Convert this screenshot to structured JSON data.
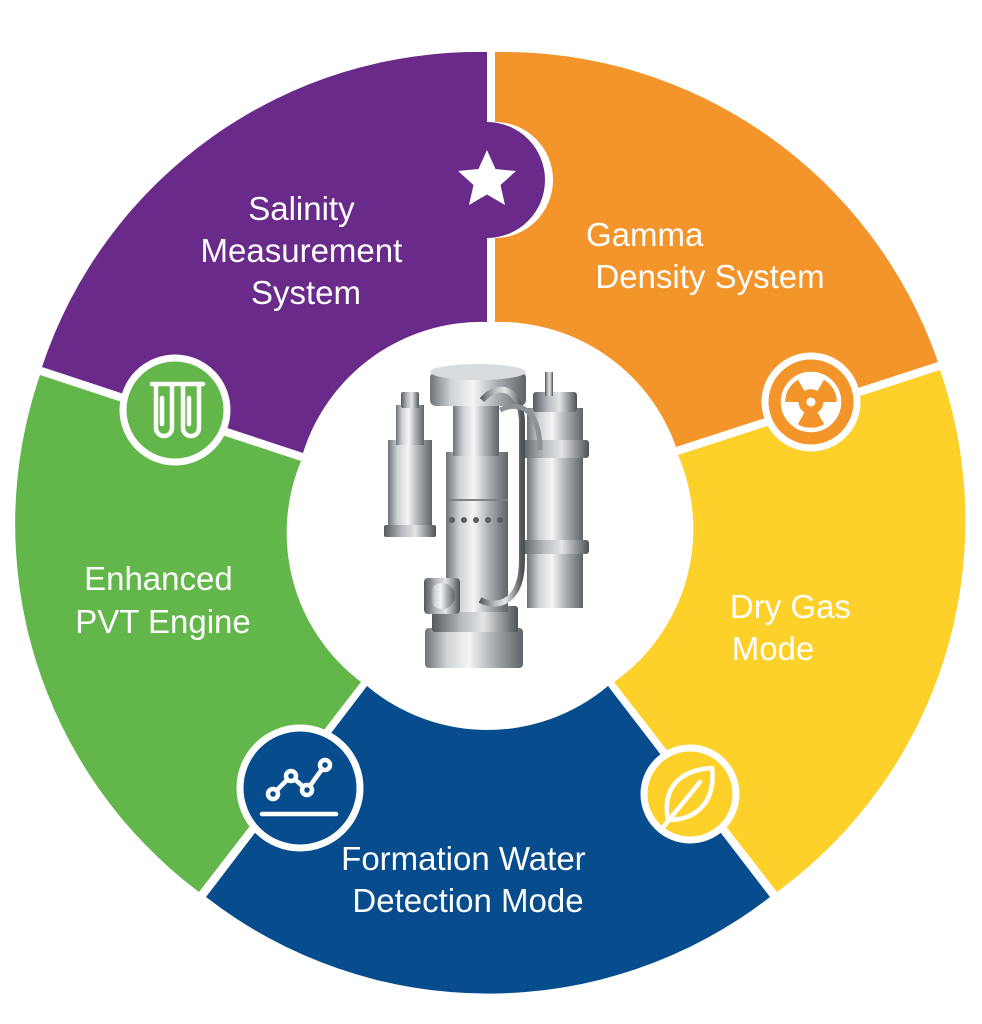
{
  "segments": [
    {
      "id": "salinity",
      "color": "#6a2a8a",
      "lines": [
        "Salinity",
        "Measurement",
        "System"
      ],
      "icon": "star-icon"
    },
    {
      "id": "gamma",
      "color": "#f4952b",
      "lines": [
        "Gamma",
        "Density System"
      ],
      "icon": "radiation-icon"
    },
    {
      "id": "drygas",
      "color": "#fdd12a",
      "lines": [
        "Dry Gas",
        "Mode"
      ],
      "icon": "leaf-icon"
    },
    {
      "id": "formation",
      "color": "#074d8e",
      "lines": [
        "Formation Water",
        "Detection Mode"
      ],
      "icon": "line-graph-icon"
    },
    {
      "id": "pvt",
      "color": "#62b64a",
      "lines": [
        "Enhanced",
        "PVT Engine"
      ],
      "icon": "test-tubes-icon"
    }
  ],
  "center": {
    "image": "multiphase-flow-meter-image"
  }
}
